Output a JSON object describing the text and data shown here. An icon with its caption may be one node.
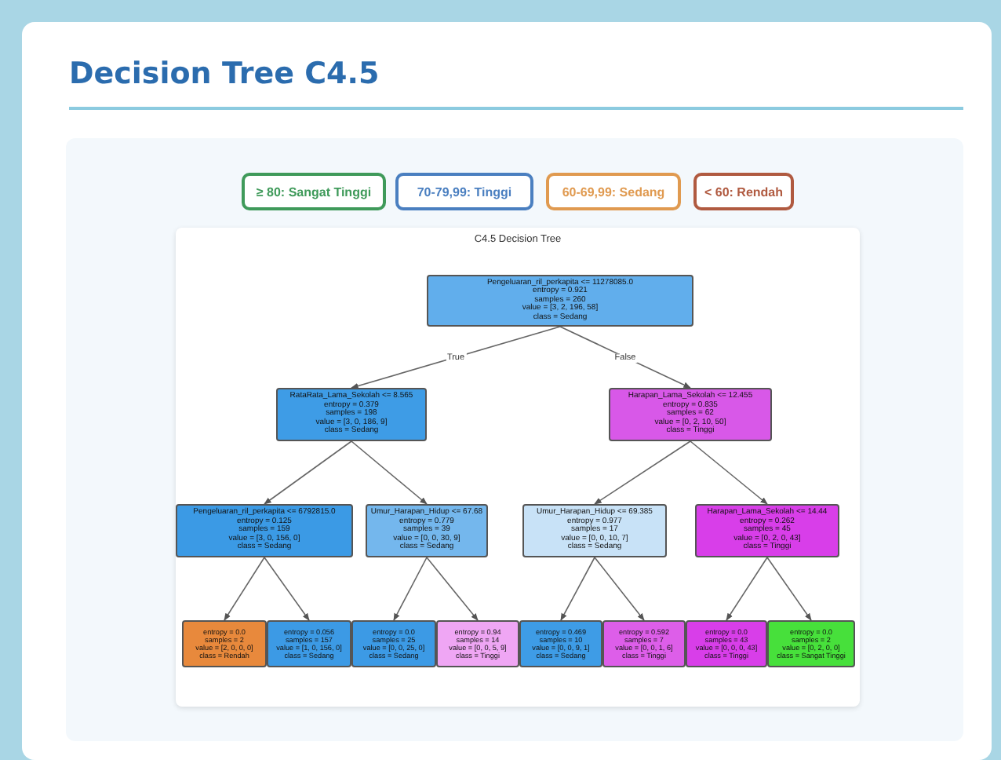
{
  "diagram": {
    "title": "Decision Tree C4.5",
    "nodes": [
      {
        "text": [
          "C4.5 Decision Tree"
        ]
      },
      {
        "text": [
          "Pengeluaran_ril_perkapita <= 11278085.0",
          "entropy = 0.921",
          "samples = 260",
          "value = [3, 2, 196, 58]",
          "class = Sedang"
        ],
        "in": 0
      },
      {
        "text": [
          "RataRata_Lama_Sekolah <= 8.565",
          "entropy = 0.379",
          "samples = 198",
          "value = [3, 0, 186, 9]",
          "class = Sedang"
        ],
        "in": 0
      },
      {
        "text": [
          "Harapan_Lama_Sekolah <= 12.455",
          "entropy = 0.835",
          "samples = 62",
          "value = [0, 2, 10, 50]",
          "class = Tinggi"
        ],
        "in": 0
      },
      {
        "text": [
          "Pengeluaran_ril_perkapita <= 6792815.0",
          "entropy = 0.125",
          "samples = 159",
          "value = [3, 0, 156, 0]",
          "class = Sedang"
        ],
        "in": 0
      },
      {
        "text": [
          "Umur_Harapan_Hidup <= 67.68",
          "entropy = 0.779",
          "samples = 39",
          "value = [0, 0, 30, 9]",
          "class = Sedang"
        ],
        "in": 0
      },
      {
        "text": [
          "Umur_Harapan_Hidup <= 69.385",
          "entropy = 0.977",
          "samples = 17",
          "value = [0, 0, 10, 7]",
          "class = Sedang"
        ],
        "in": 0
      },
      {
        "text": [
          "Harapan_Lama_Sekolah <= 14.44",
          "entropy = 0.262",
          "samples = 45",
          "value = [0, 2, 0, 43]",
          "class = Tinggi"
        ],
        "in": 0
      },
      {
        "text": [
          "entropy = 0.0",
          "samples = 2",
          "value = [2, 0, 0, 0]",
          "class = Rendah"
        ],
        "in": 0
      },
      {
        "text": [
          "entropy = 0.056",
          "samples = 157",
          "value = [1, 0, 156, 0]",
          "class = Sedang"
        ],
        "in": 0
      },
      {
        "text": [
          "entropy = 0.0",
          "samples = 25",
          "value = [0, 0, 25, 0]",
          "class = Sedang"
        ],
        "in": 0
      },
      {
        "text": [
          "entropy = 0.94",
          "samples = 14",
          "value = [0, 0, 5, 9]",
          "class = Tinggi"
        ],
        "in": 0
      },
      {
        "text": [
          "entropy = 0.469",
          "samples = 10",
          "value = [0, 0, 9, 1]",
          "class = Sedang"
        ],
        "in": 0
      },
      {
        "text": [
          "entropy = 0.592",
          "samples = 7",
          "value = [0, 0, 1, 6]",
          "class = Tinggi"
        ],
        "in": 0
      },
      {
        "text": [
          "entropy = 0.0",
          "samples = 43",
          "value = [0, 0, 0, 43]",
          "class = Tinggi"
        ],
        "in": 0
      },
      {
        "text": [
          "entropy = 0.0",
          "samples = 2",
          "value = [0, 2, 0, 0]",
          "class = Sangat Tinggi"
        ],
        "in": 0
      }
    ],
    "edges": [
      {
        "from": 1,
        "to": 2,
        "arrow": "to",
        "label": "True"
      },
      {
        "from": 1,
        "to": 3,
        "arrow": "to",
        "label": "False"
      },
      {
        "from": 2,
        "to": 4,
        "arrow": "to"
      },
      {
        "from": 2,
        "to": 5,
        "arrow": "to"
      },
      {
        "from": 3,
        "to": 6,
        "arrow": "to"
      },
      {
        "from": 3,
        "to": 7,
        "arrow": "to"
      },
      {
        "from": 4,
        "to": 8,
        "arrow": "to"
      },
      {
        "from": 4,
        "to": 9,
        "arrow": "to"
      },
      {
        "from": 5,
        "to": 10,
        "arrow": "to"
      },
      {
        "from": 5,
        "to": 11,
        "arrow": "to"
      },
      {
        "from": 6,
        "to": 12,
        "arrow": "to"
      },
      {
        "from": 6,
        "to": 13,
        "arrow": "to"
      },
      {
        "from": 7,
        "to": 14,
        "arrow": "to"
      },
      {
        "from": 7,
        "to": 15,
        "arrow": "to"
      }
    ],
    "legend": [
      {
        "text": "≥ 80: Sangat Tinggi",
        "color": "#3f9a5a"
      },
      {
        "text": "70-79,99: Tinggi",
        "color": "#4a7fc0"
      },
      {
        "text": "60-69,99: Sedang",
        "color": "#e09a50"
      },
      {
        "text": "< 60: Rendah",
        "color": "#b05a40"
      }
    ]
  }
}
